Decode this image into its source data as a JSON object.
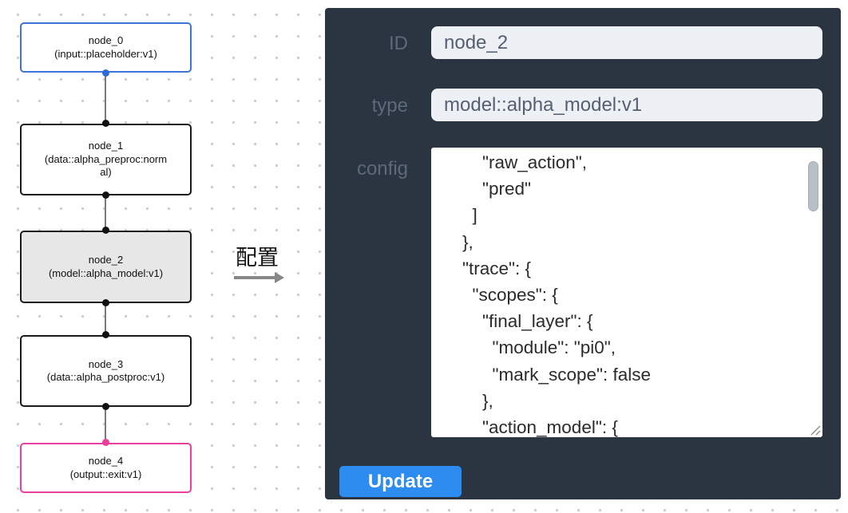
{
  "flowchart": {
    "nodes": [
      {
        "title": "node_0",
        "subtitle": "(input::placeholder:v1)",
        "border_color": "#3f72d8",
        "port_color": "#2f6bd8",
        "fill": "#ffffff",
        "selected": false
      },
      {
        "title": "node_1",
        "subtitle": "(data::alpha_preproc:normal)",
        "border_color": "#1a1a1a",
        "port_color": "#111111",
        "fill": "#ffffff",
        "selected": false
      },
      {
        "title": "node_2",
        "subtitle": "(model::alpha_model:v1)",
        "border_color": "#1a1a1a",
        "port_color": "#111111",
        "fill": "#e7e7e7",
        "selected": true
      },
      {
        "title": "node_3",
        "subtitle": "(data::alpha_postproc:v1)",
        "border_color": "#1a1a1a",
        "port_color": "#111111",
        "fill": "#ffffff",
        "selected": false
      },
      {
        "title": "node_4",
        "subtitle": "(output::exit:v1)",
        "border_color": "#ea3f9b",
        "port_color": "#ea3f9b",
        "fill": "#ffffff",
        "selected": false
      }
    ]
  },
  "transition": {
    "label": "配置"
  },
  "panel": {
    "background_color": "#2b3542",
    "fields": {
      "id": {
        "label": "ID",
        "value": "node_2"
      },
      "type": {
        "label": "type",
        "value": "model::alpha_model:v1"
      },
      "config": {
        "label": "config"
      }
    },
    "config_text": "        \"raw_action\",\n        \"pred\"\n      ]\n    },\n    \"trace\": {\n      \"scopes\": {\n        \"final_layer\": {\n          \"module\": \"pi0\",\n          \"mark_scope\": false\n        },\n        \"action_model\": {",
    "update_button": {
      "label": "Update",
      "color": "#2d8cf0"
    }
  }
}
